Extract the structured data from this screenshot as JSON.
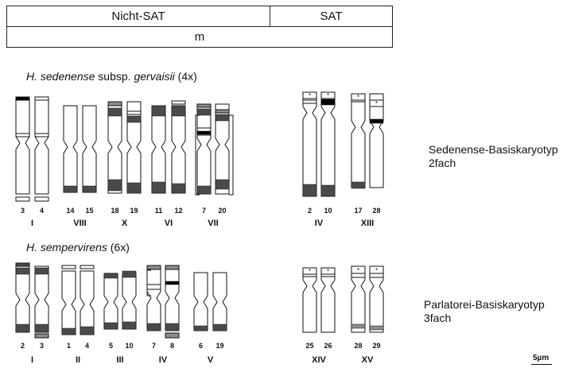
{
  "header_table": {
    "row1": [
      "Nicht-SAT",
      "SAT"
    ],
    "row2": "m"
  },
  "section1": {
    "title_species": "H. sedenense",
    "title_subsp": " subsp. ",
    "title_variety": "gervaisii",
    "title_ploidy": " (4x)",
    "side_label_line1": "Sedenense-Basiskaryotyp",
    "side_label_line2": "2fach",
    "groups": [
      {
        "roman": "I",
        "numbers": [
          "3",
          "4"
        ]
      },
      {
        "roman": "VIII",
        "numbers": [
          "14",
          "15"
        ]
      },
      {
        "roman": "X",
        "numbers": [
          "18",
          "19"
        ]
      },
      {
        "roman": "VI",
        "numbers": [
          "11",
          "12"
        ]
      },
      {
        "roman": "VII",
        "numbers": [
          "7",
          "20"
        ]
      },
      {
        "roman": "IV",
        "numbers": [
          "2",
          "10"
        ]
      },
      {
        "roman": "XIII",
        "numbers": [
          "17",
          "28"
        ]
      }
    ]
  },
  "section2": {
    "title_species": "H. sempervirens",
    "title_ploidy": " (6x)",
    "side_label_line1": "Parlatorei-Basiskaryotyp",
    "side_label_line2": "3fach",
    "groups": [
      {
        "roman": "I",
        "numbers": [
          "2",
          "3"
        ]
      },
      {
        "roman": "II",
        "numbers": [
          "1",
          "4"
        ]
      },
      {
        "roman": "III",
        "numbers": [
          "5",
          "10"
        ]
      },
      {
        "roman": "IV",
        "numbers": [
          "7",
          "8"
        ]
      },
      {
        "roman": "V",
        "numbers": [
          "6",
          "19"
        ]
      },
      {
        "roman": "XIV",
        "numbers": [
          "25",
          "26"
        ]
      },
      {
        "roman": "XV",
        "numbers": [
          "28",
          "29"
        ]
      }
    ]
  },
  "scale_bar": "5µm",
  "colors": {
    "band_dark": "#4a4a4a",
    "band_grey": "#8c8c8c",
    "line": "#111111"
  }
}
